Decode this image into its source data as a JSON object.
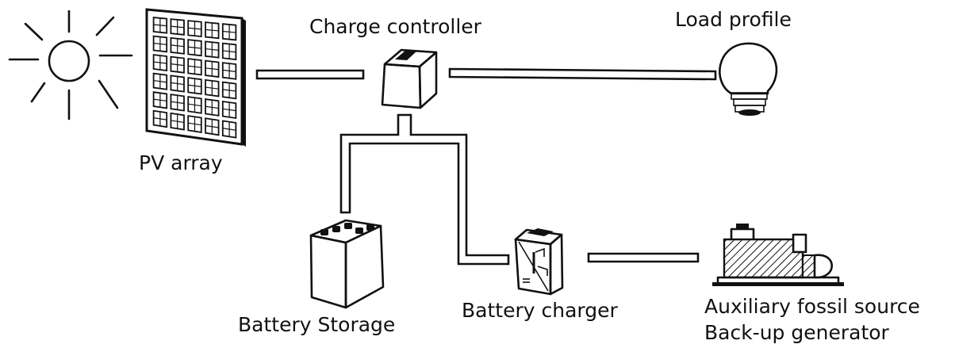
{
  "labels": {
    "pv_array": "PV array",
    "charge_controller": "Charge controller",
    "load_profile": "Load profile",
    "battery_storage": "Battery Storage",
    "battery_charger": "Battery charger",
    "aux_line1": "Auxiliary fossil source",
    "aux_line2": "Back-up generator"
  },
  "icons": [
    "sun-icon",
    "pv-panel-icon",
    "charge-controller-icon",
    "light-bulb-icon",
    "battery-icon",
    "battery-charger-icon",
    "generator-icon"
  ],
  "colors": {
    "ink": "#111111",
    "background": "#ffffff"
  }
}
